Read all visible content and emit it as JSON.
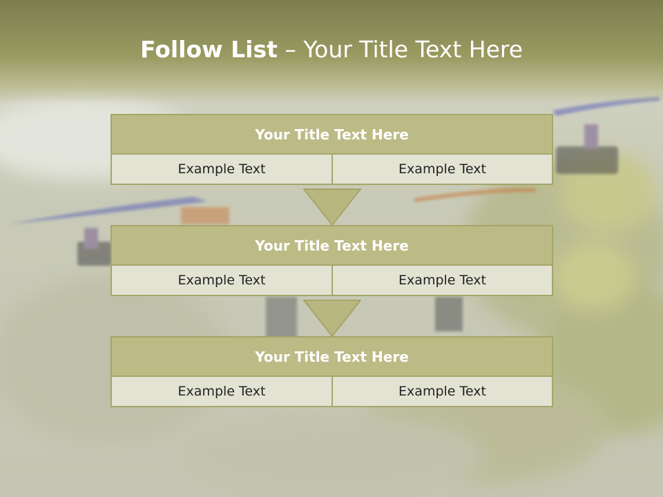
{
  "slide": {
    "title_strong": "Follow List",
    "title_rest": " – Your Title Text Here"
  },
  "blocks": [
    {
      "header": "Your Title Text Here",
      "left": "Example Text",
      "right": "Example Text"
    },
    {
      "header": "Your Title Text Here",
      "left": "Example Text",
      "right": "Example Text"
    },
    {
      "header": "Your Title Text Here",
      "left": "Example Text",
      "right": "Example Text"
    }
  ],
  "colors": {
    "title_bar": "#8a8b58",
    "header_fill": "#bcbb86",
    "cell_fill": "#e3e3d4",
    "border": "#a5a56a",
    "arrow_fill": "#b8b780"
  }
}
